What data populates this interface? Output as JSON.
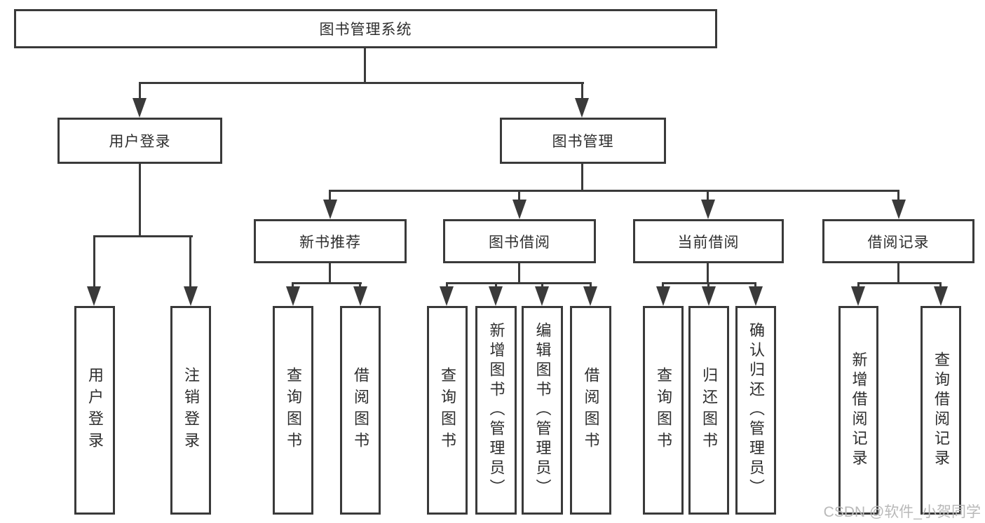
{
  "nodes": {
    "root": "图书管理系统",
    "user_login": "用户登录",
    "book_mgmt": "图书管理",
    "new_books": "新书推荐",
    "book_borrow": "图书借阅",
    "current_borrow": "当前借阅",
    "borrow_records": "借阅记录",
    "leaves": {
      "user_login_children": [
        "用户登录",
        "注销登录"
      ],
      "new_books_children": [
        "查询图书",
        "借阅图书"
      ],
      "book_borrow_children": [
        "查询图书",
        "新增图书（管理员）",
        "编辑图书（管理员）",
        "借阅图书"
      ],
      "current_borrow_children": [
        "查询图书",
        "归还图书",
        "确认归还（管理员）"
      ],
      "borrow_records_children": [
        "新增借阅记录",
        "查询借阅记录"
      ]
    }
  },
  "watermark": {
    "text": "CSDN @软件_小贺同学",
    "color": "#b9b9b9"
  },
  "colors": {
    "line": "#3a3a3a",
    "border": "#3a3a3a",
    "text": "#2e2e2e",
    "background": "#ffffff"
  }
}
